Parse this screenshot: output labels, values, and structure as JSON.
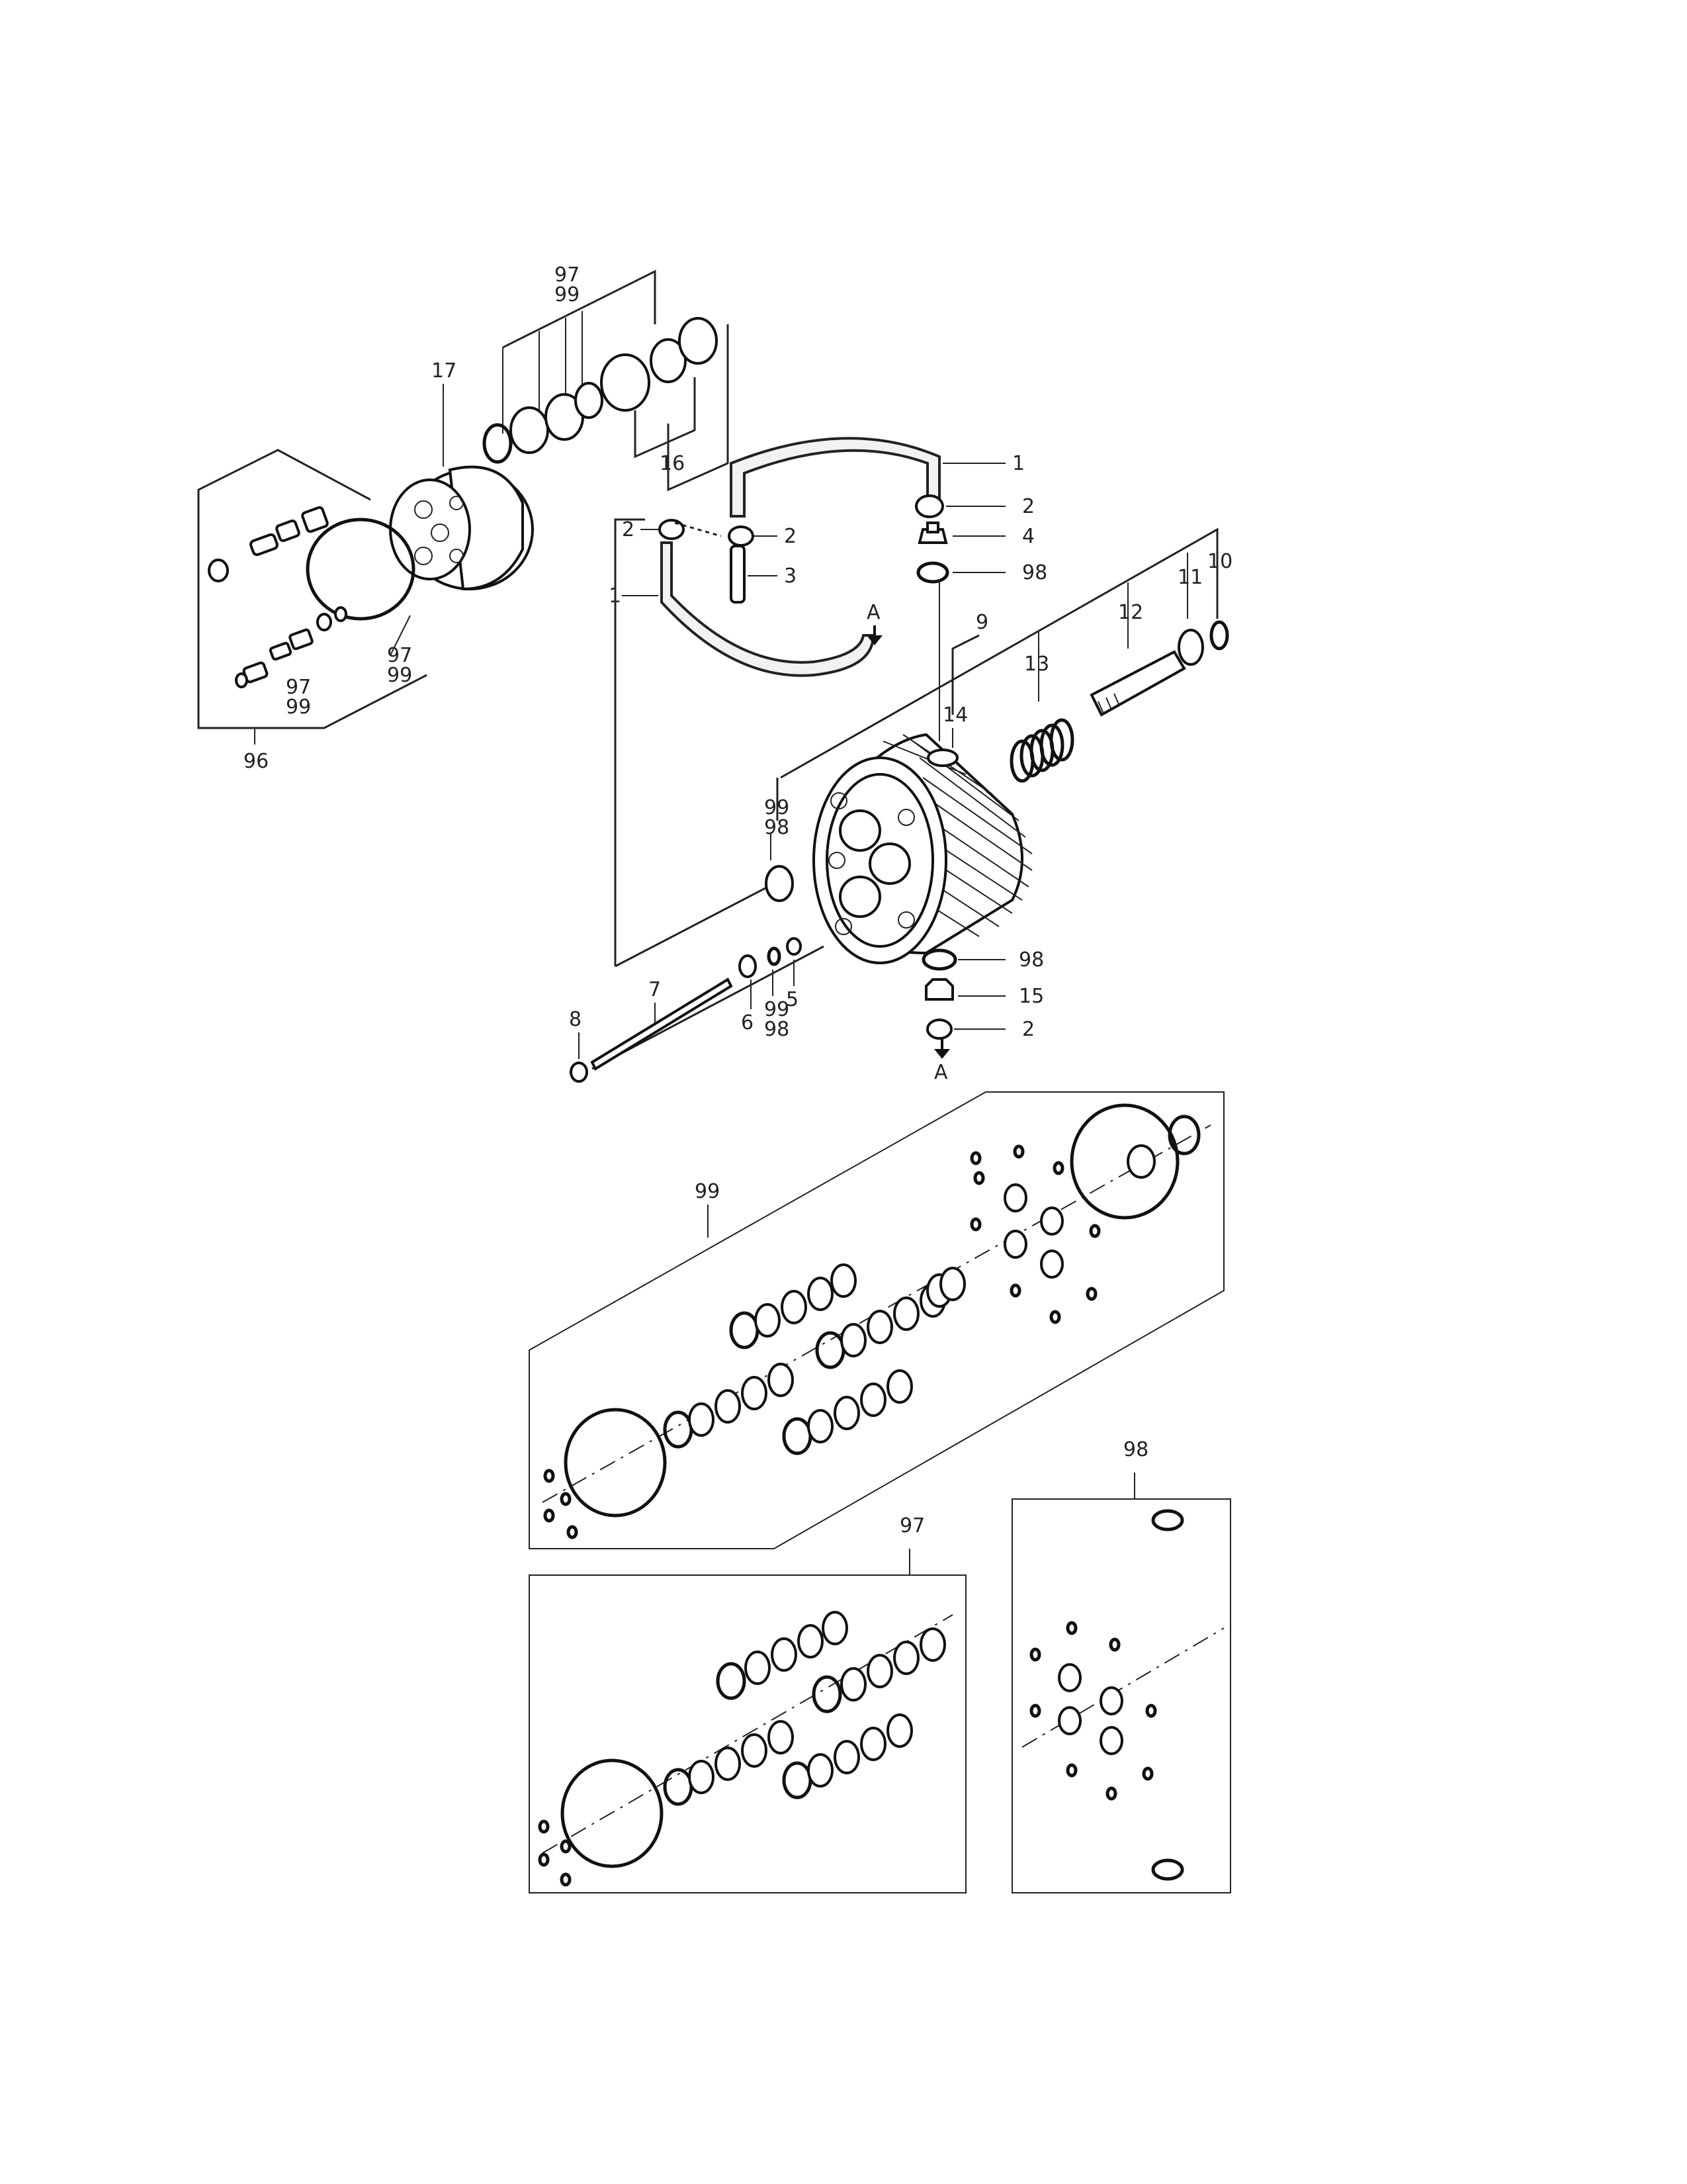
{
  "callouts": {
    "c1a": "1",
    "c1b": "1",
    "c2a": "2",
    "c2b": "2",
    "c2c": "2",
    "c2d": "2",
    "c3": "3",
    "c4": "4",
    "c5": "5",
    "c6": "6",
    "c7": "7",
    "c8": "8",
    "c9": "9",
    "c10": "10",
    "c11": "11",
    "c12": "12",
    "c13": "13",
    "c14": "14",
    "c15": "15",
    "c16": "16",
    "c17": "17",
    "c96": "96",
    "c97a": "97",
    "c99a": "99",
    "c97b": "97",
    "c99b": "99",
    "c97c": "97",
    "c99c": "99",
    "c99d": "99",
    "c98d": "98",
    "c98a": "98",
    "c98b": "98",
    "c99e": "99",
    "c98e": "98",
    "kit99": "99",
    "kit97": "97",
    "kit98": "98",
    "arrowA1": "A",
    "arrowA2": "A"
  }
}
